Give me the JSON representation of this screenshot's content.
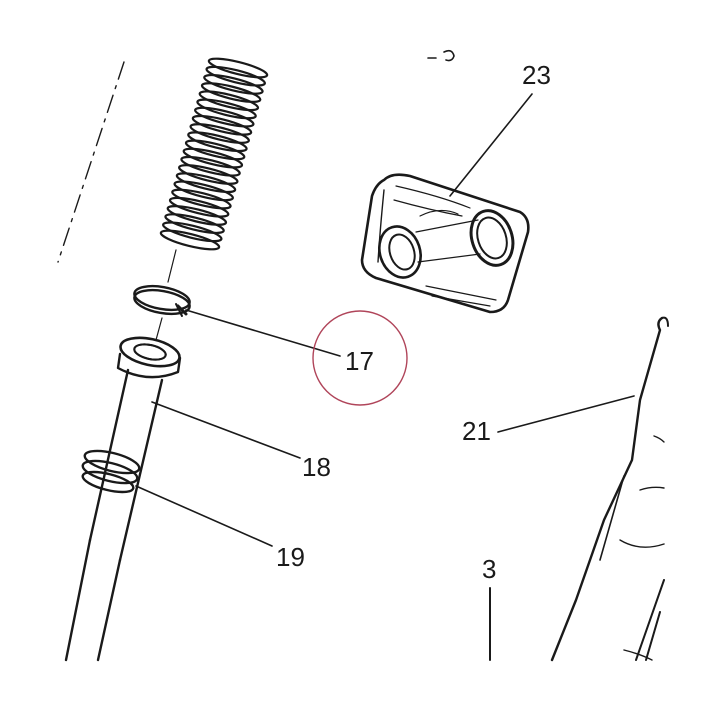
{
  "diagram": {
    "labels": {
      "p23": "23",
      "p17": "17",
      "p18": "18",
      "p19": "19",
      "p21": "21",
      "p3": "3"
    },
    "highlight_color": "#b0455a",
    "line_color": "#1a1a1a"
  }
}
